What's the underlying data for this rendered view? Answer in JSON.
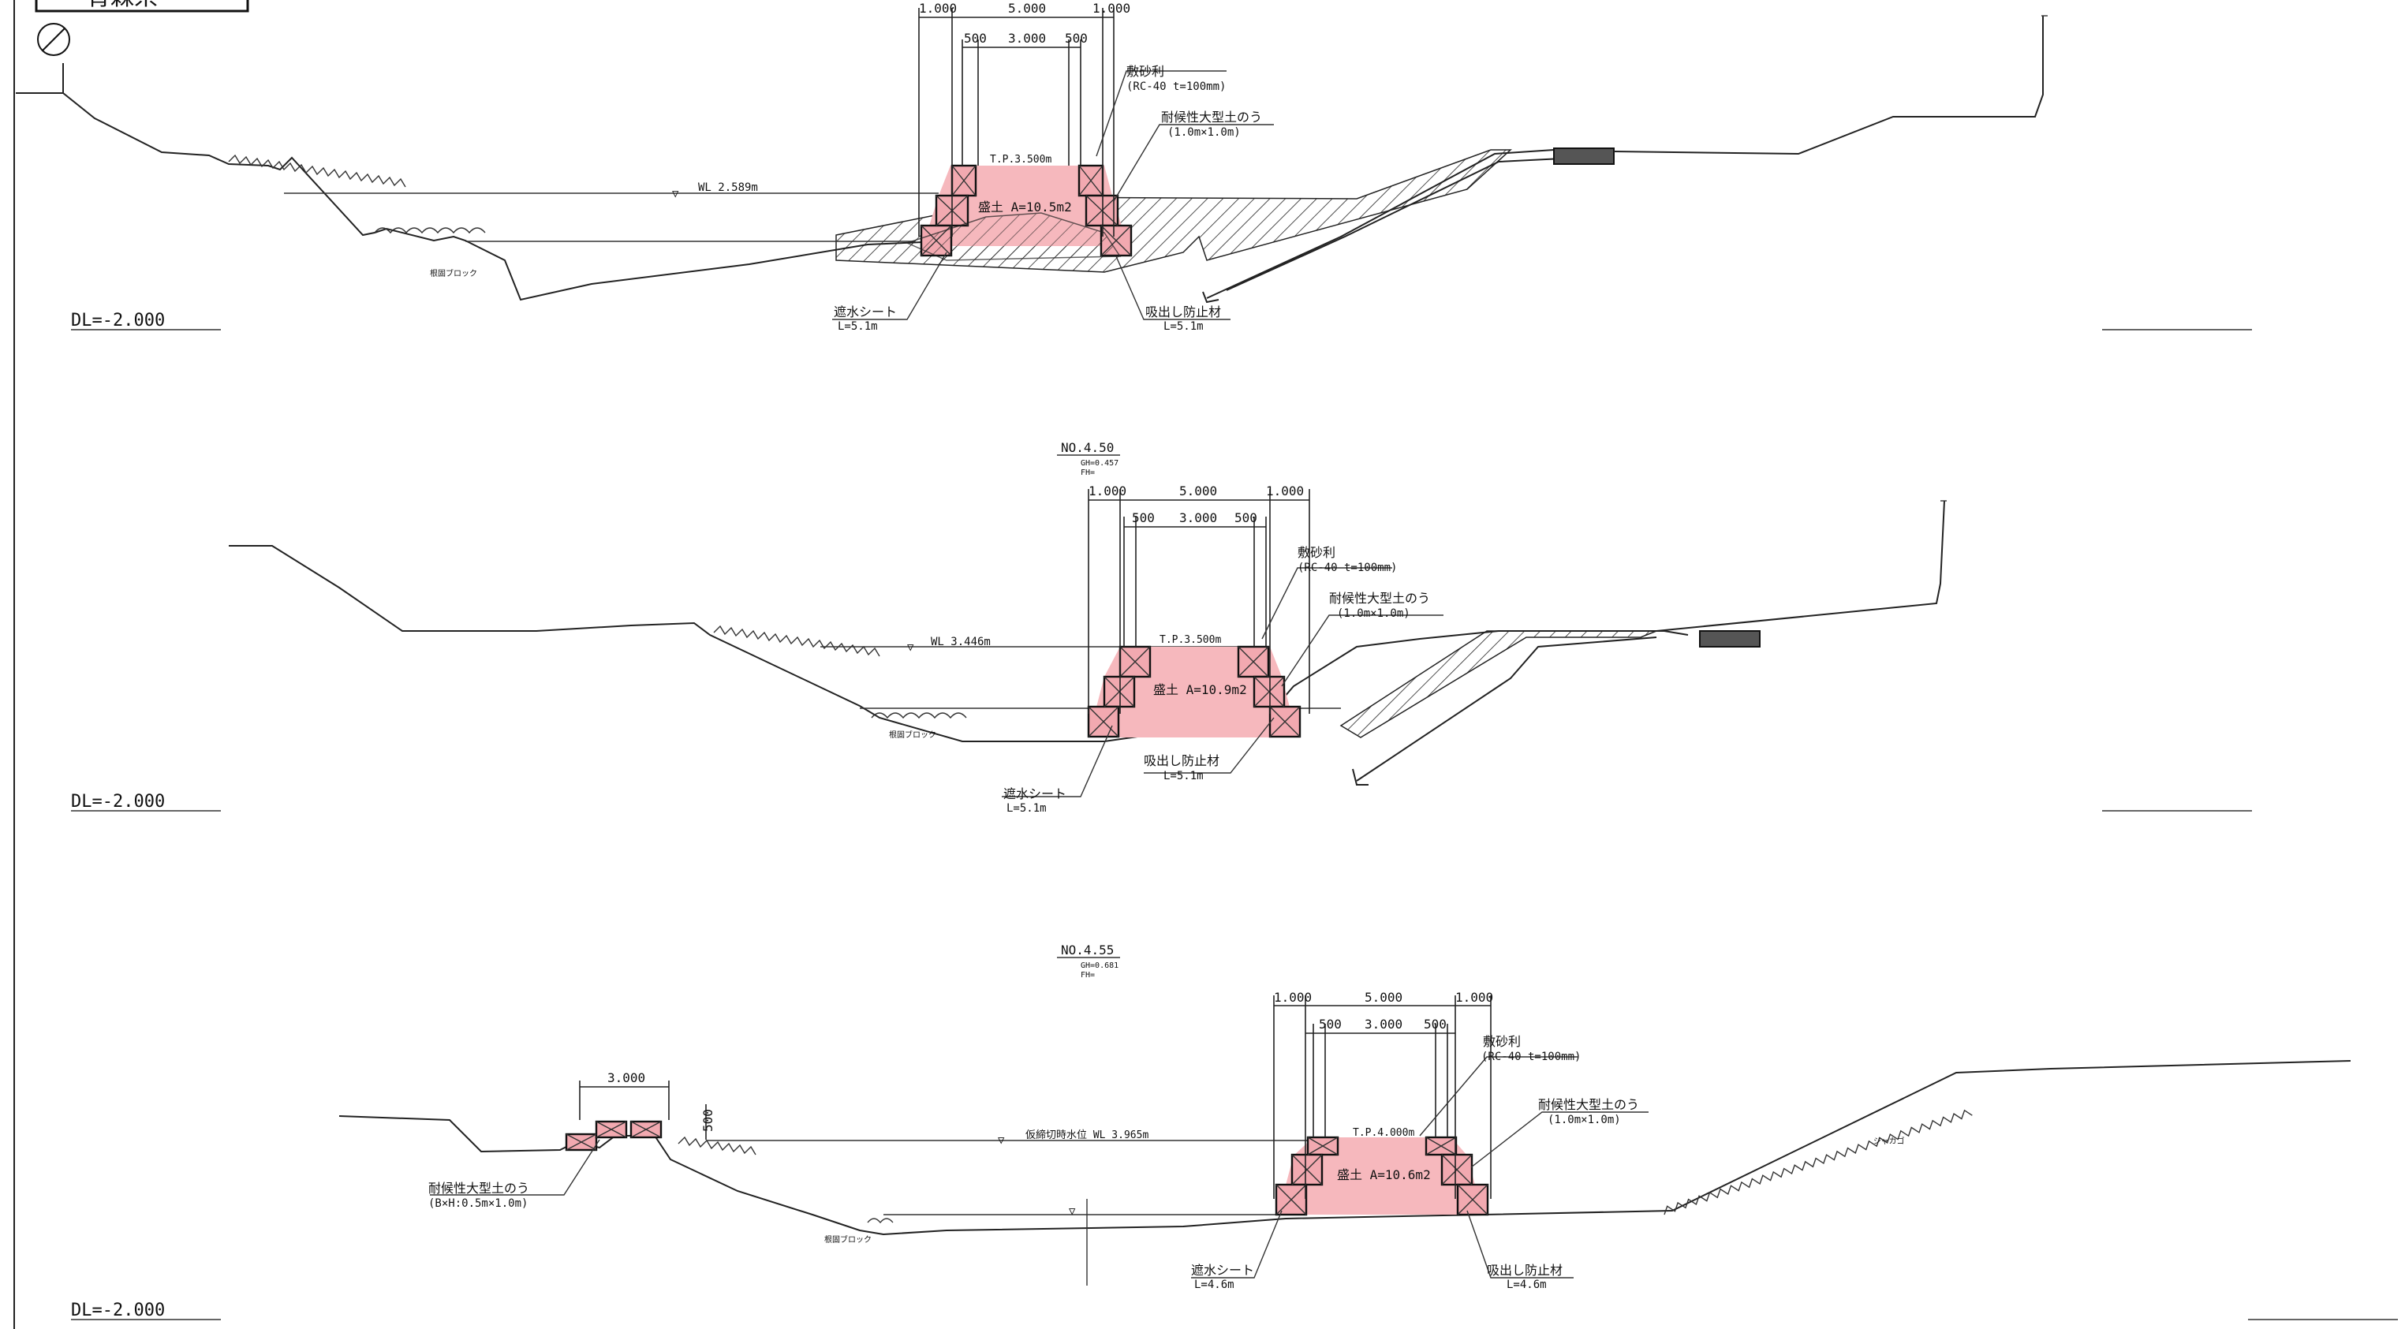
{
  "sheet": {
    "title_fragment": "青森県",
    "symbol": "diameter-symbol"
  },
  "sections": [
    {
      "id": "top",
      "station": "",
      "datum": "DL=-2.000",
      "dims_outer": [
        "1.000",
        "5.000",
        "1.000"
      ],
      "dims_inner": [
        "500",
        "3.000",
        "500"
      ],
      "crest_label": "T.P.3.500m",
      "water_level": "WL 2.589m",
      "fill_label": "盛土 A=10.5m2",
      "gravel": [
        "敷砂利",
        "(RC-40 t=100mm)"
      ],
      "sandbag": [
        "耐候性大型土のう",
        "(1.0m×1.0m)"
      ],
      "sheet_label": [
        "遮水シート",
        "L=5.1m"
      ],
      "prevent_label": [
        "吸出し防止材",
        "L=5.1m"
      ],
      "block_label": "根固ブロック"
    },
    {
      "id": "middle",
      "station": "NO.4.50",
      "gh": "GH=0.457",
      "fh": "FH=",
      "datum": "DL=-2.000",
      "dims_outer": [
        "1.000",
        "5.000",
        "1.000"
      ],
      "dims_inner": [
        "500",
        "3.000",
        "500"
      ],
      "crest_label": "T.P.3.500m",
      "water_level": "WL 3.446m",
      "fill_label": "盛土 A=10.9m2",
      "gravel": [
        "敷砂利",
        "(RC-40 t=100mm)"
      ],
      "sandbag": [
        "耐候性大型土のう",
        "(1.0m×1.0m)"
      ],
      "sheet_label": [
        "遮水シート",
        "L=5.1m"
      ],
      "prevent_label": [
        "吸出し防止材",
        "L=5.1m"
      ],
      "block_label": "根固ブロック"
    },
    {
      "id": "bottom",
      "station": "NO.4.55",
      "gh": "GH=0.681",
      "fh": "FH=",
      "datum": "DL=-2.000",
      "dims_outer": [
        "1.000",
        "5.000",
        "1.000"
      ],
      "dims_inner": [
        "500",
        "3.000",
        "500"
      ],
      "crest_label": "T.P.4.000m",
      "water_level": "仮締切時水位 WL 3.965m",
      "fill_label": "盛土 A=10.6m2",
      "gravel": [
        "敷砂利",
        "(RC-40 t=100mm)"
      ],
      "sandbag": [
        "耐候性大型土のう",
        "(1.0m×1.0m)"
      ],
      "sheet_label": [
        "遮水シート",
        "L=4.6m"
      ],
      "prevent_label": [
        "吸出し防止材",
        "L=4.6m"
      ],
      "block_label": "根固ブロック",
      "left_bag_width": "3.000",
      "left_bag_height": "500",
      "left_bag_label": [
        "耐候性大型土のう",
        "(B×H:0.5m×1.0m)"
      ],
      "gabion_label": "ジャカゴ"
    }
  ],
  "colors": {
    "fill": "#f6b8bd",
    "box": "#f2a9b0",
    "line": "#222222"
  }
}
